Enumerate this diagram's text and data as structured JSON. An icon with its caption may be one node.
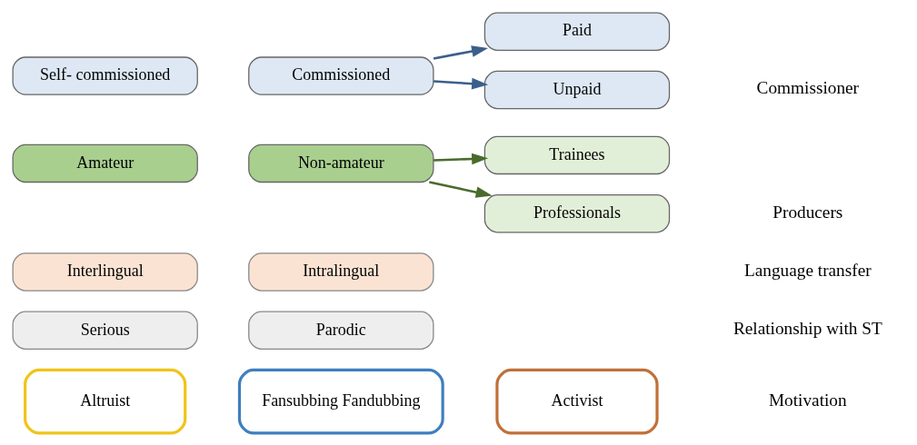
{
  "diagram": {
    "nodes": [
      {
        "text": [
          "Altruist"
        ]
      },
      {
        "text": [
          "Fansubbing Fandubbing"
        ]
      },
      {
        "text": [
          "Activist"
        ]
      },
      {
        "text": [
          "Serious"
        ]
      },
      {
        "text": [
          "Parodic"
        ]
      },
      {
        "text": [
          "Interlingual"
        ]
      },
      {
        "text": [
          "Intralingual"
        ]
      },
      {
        "text": [
          "Amateur"
        ]
      },
      {
        "text": [
          "Non-amateur"
        ]
      },
      {
        "text": [
          "Trainees"
        ]
      },
      {
        "text": [
          "Professionals"
        ]
      },
      {
        "text": [
          "Self- commissioned"
        ]
      },
      {
        "text": [
          "Commissioned"
        ]
      },
      {
        "text": [
          "Paid"
        ]
      },
      {
        "text": [
          "Unpaid"
        ]
      }
    ],
    "edges": [
      {
        "from": 8,
        "to": 9,
        "arrow": "to",
        "color": "#4a6b2e"
      },
      {
        "from": 8,
        "to": 10,
        "arrow": "to",
        "color": "#4a6b2e"
      },
      {
        "from": 12,
        "to": 13,
        "arrow": "to",
        "color": "#3b5f8c"
      },
      {
        "from": 12,
        "to": 14,
        "arrow": "to",
        "color": "#3b5f8c"
      }
    ],
    "labels": [
      "Motivation",
      "Relationship with ST",
      "Language transfer",
      "Producers",
      "Commissioner"
    ]
  }
}
